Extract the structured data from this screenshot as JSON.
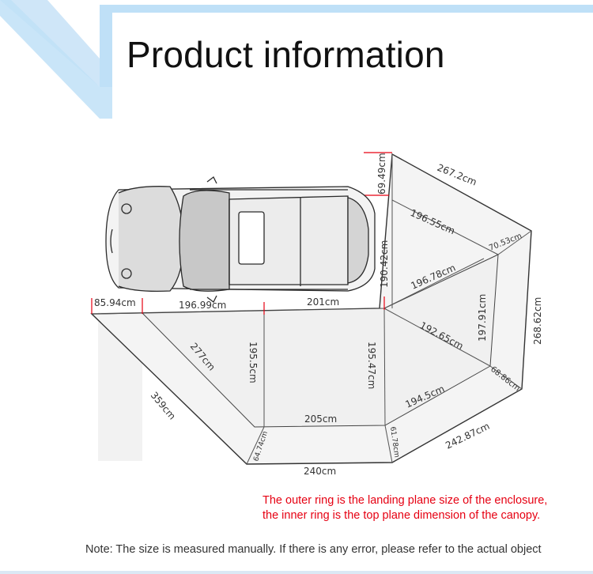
{
  "header": {
    "title": "Product information"
  },
  "colors": {
    "accent_blue": "#bfe0f7",
    "note_red": "#e60012",
    "line": "#333333",
    "marker_red": "#e60012"
  },
  "icons": {
    "vehicle": "car-top-view-illustration"
  },
  "dimensions": {
    "outer_left_top": "85.94cm",
    "inner_left_top": "196.99cm",
    "inner_top_mid": "201cm",
    "side_top_height": "69.49cm",
    "side_left_height": "190.42cm",
    "outer_right_top": "267.2cm",
    "inner_right_upper": "196.55cm",
    "inner_right_short": "70.53cm",
    "inner_right_mid": "196.78cm",
    "inner_right_height": "197.91cm",
    "outer_right_height": "268.62cm",
    "inner_right_lower": "192.65cm",
    "inner_right_corner": "68.86cm",
    "inner_left_diag": "277cm",
    "inner_center_height": "195.5cm",
    "inner_center_height_right": "195.47cm",
    "inner_bottom_right": "194.5cm",
    "outer_left_diag": "359cm",
    "inner_bottom": "205cm",
    "inner_bottom_left_corner": "64.74cm",
    "inner_bottom_right_corner": "61.78cm",
    "outer_bottom_right": "242.87cm",
    "outer_bottom": "240cm"
  },
  "notes": {
    "red_line1": "The outer ring is the landing plane size of the enclosure,",
    "red_line2": "the inner ring is the top plane dimension of the canopy.",
    "bottom": "Note: The size is measured manually. If there is any error, please refer to the actual object"
  }
}
